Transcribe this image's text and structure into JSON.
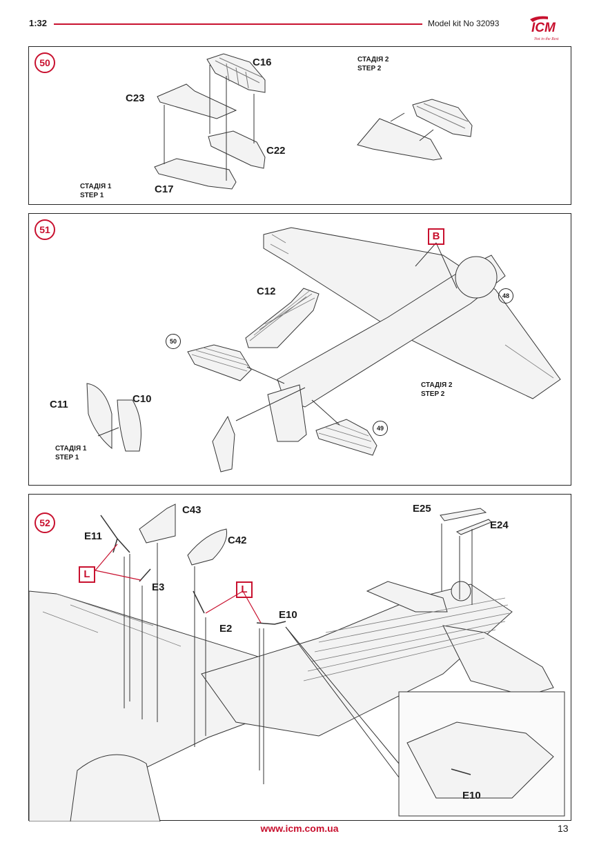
{
  "header": {
    "scale": "1:32",
    "kit_label": "Model kit No 32093",
    "logo_text": "ICM",
    "logo_tagline": "Not in the Rest"
  },
  "steps": [
    {
      "number": "50",
      "parts": [
        "C16",
        "C23",
        "C22",
        "C17"
      ],
      "stage1": [
        "СТАДІЯ 1",
        "STEP 1"
      ],
      "stage2": [
        "СТАДІЯ 2",
        "STEP 2"
      ]
    },
    {
      "number": "51",
      "callout": "B",
      "parts": [
        "C12",
        "C11",
        "C10"
      ],
      "refs": [
        "50",
        "48",
        "49"
      ],
      "stage1": [
        "СТАДІЯ 1",
        "STEP 1"
      ],
      "stage2": [
        "СТАДІЯ 2",
        "STEP 2"
      ]
    },
    {
      "number": "52",
      "parts": [
        "C43",
        "E11",
        "C42",
        "E3",
        "E25",
        "E24",
        "E2",
        "E10",
        "E10"
      ],
      "callouts": [
        "L",
        "L"
      ]
    }
  ],
  "footer": {
    "url": "www.icm.com.ua",
    "page": "13"
  },
  "colors": {
    "accent": "#c8102e",
    "line": "#222222"
  }
}
